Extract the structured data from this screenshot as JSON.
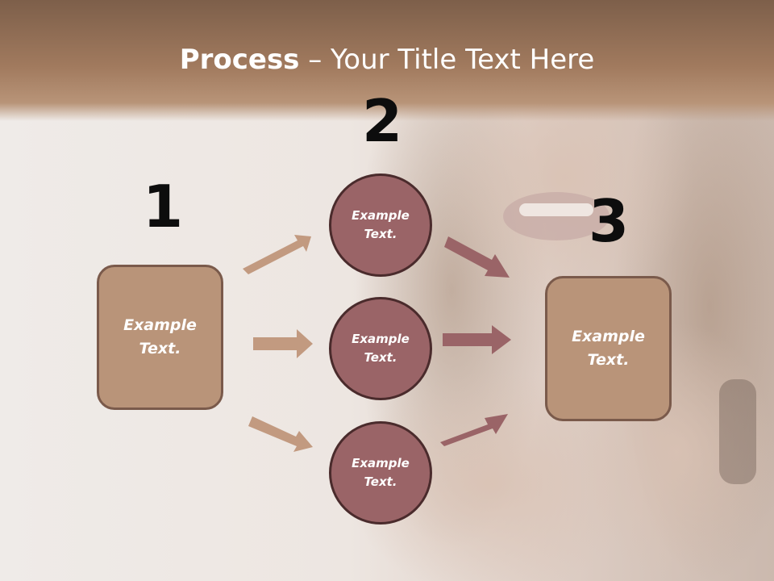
{
  "title": {
    "bold": "Process",
    "rest": " – Your Title Text Here"
  },
  "steps": {
    "one": {
      "number": "1",
      "text": "Example\nText."
    },
    "two": {
      "number": "2",
      "items": [
        "Example\nText.",
        "Example\nText.",
        "Example\nText."
      ]
    },
    "three": {
      "number": "3",
      "text": "Example\nText."
    }
  },
  "colors": {
    "header_band": "#9a7458",
    "box_fill": "#b99479",
    "circle_fill": "#9a6467",
    "arrow_left": "#c29a80",
    "arrow_right": "#9a6467"
  }
}
